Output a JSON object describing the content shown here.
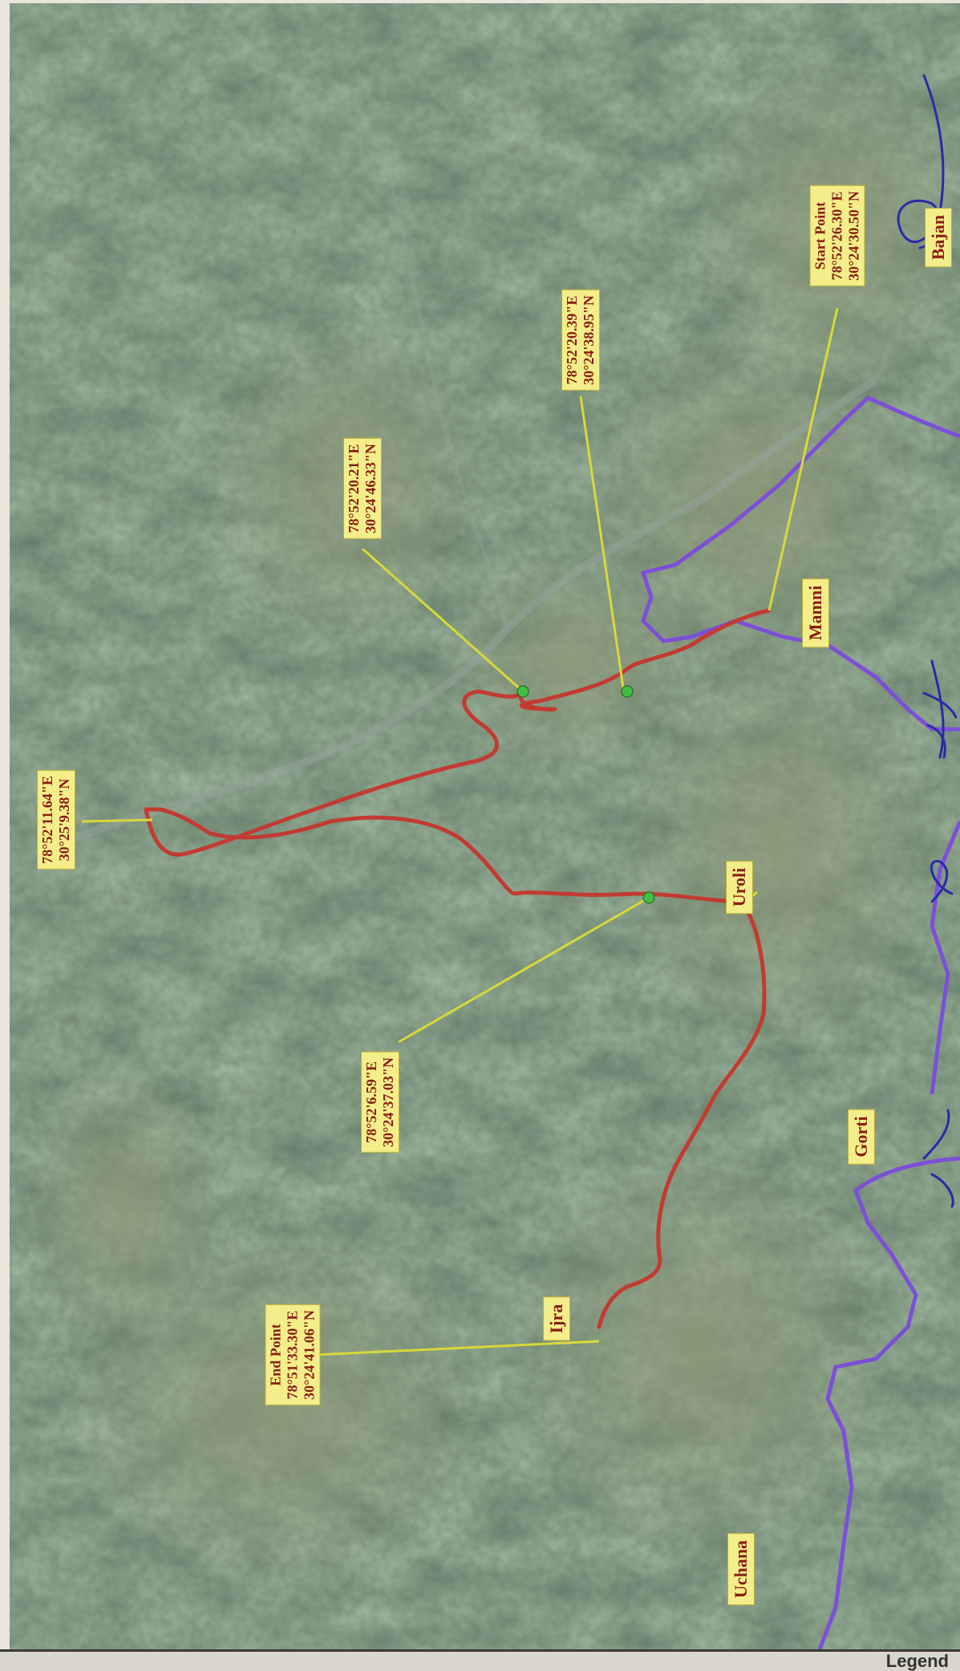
{
  "map": {
    "legend_label": "Legend",
    "coordinate_labels": [
      {
        "id": "start-point",
        "lines": [
          "Start Point",
          "78°52'26.30\"E",
          "30°24'30.50\"N"
        ]
      },
      {
        "id": "waypoint-1",
        "lines": [
          "78°52'20.39\"E",
          "30°24'38.95\"N"
        ]
      },
      {
        "id": "waypoint-2",
        "lines": [
          "78°52'20.21\"E",
          "30°24'46.33\"N"
        ]
      },
      {
        "id": "waypoint-3",
        "lines": [
          "78°52'11.64\"E",
          "30°25'9.38\"N"
        ]
      },
      {
        "id": "waypoint-4",
        "lines": [
          "78°52'6.59\"E",
          "30°24'37.03\"N"
        ]
      },
      {
        "id": "end-point",
        "lines": [
          "End Point",
          "78°51'33.30\"E",
          "30°24'41.06\"N"
        ]
      }
    ],
    "village_labels": [
      "Bajan",
      "Mamni",
      "Uroli",
      "Gorti",
      "Ijra",
      "Uchana"
    ],
    "colors": {
      "route": "#c23b32",
      "boundary": "#7d4fd8",
      "leader_line": "#d8d83a",
      "waypoint": "#3fbf3f",
      "label_fill": "#f4ee8a",
      "label_text": "#8a1d12",
      "signature_ink": "#2a2aa8"
    },
    "icons": [
      "waypoint-dot-icon",
      "signature-mark"
    ]
  }
}
